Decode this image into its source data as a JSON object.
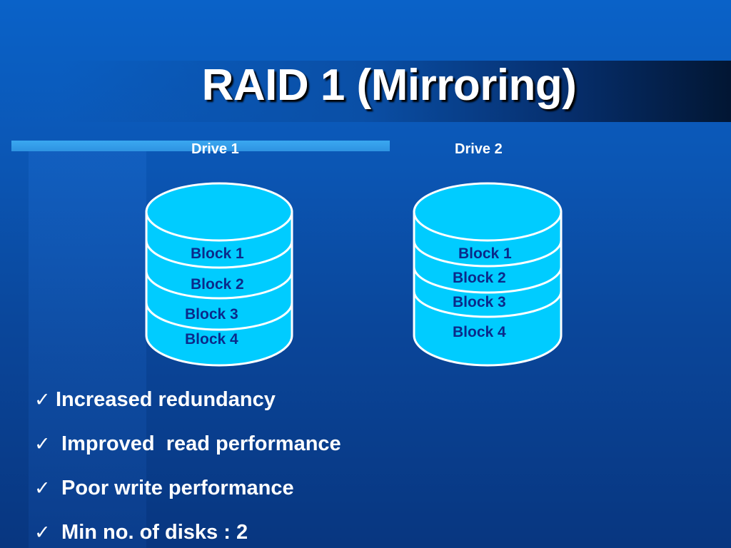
{
  "slide": {
    "title": "RAID 1 (Mirroring)"
  },
  "drives": [
    {
      "label": "Drive 1",
      "blocks": [
        "Block 1",
        "Block 2",
        "Block 3",
        "Block 4"
      ]
    },
    {
      "label": "Drive 2",
      "blocks": [
        "Block 1",
        "Block 2",
        "Block 3",
        "Block 4"
      ]
    }
  ],
  "bullets": [
    {
      "check": "✓",
      "text": "Increased redundancy"
    },
    {
      "check": "✓",
      "text": " Improved  read performance"
    },
    {
      "check": "✓",
      "text": " Poor write performance"
    },
    {
      "check": "✓",
      "text": " Min no. of disks : 2"
    }
  ],
  "colors": {
    "background": "#0a62c8",
    "disk_fill": "#00ccff",
    "disk_stroke": "#ffffff",
    "block_text": "#0b2a8a",
    "rule": "#2e93e2"
  }
}
